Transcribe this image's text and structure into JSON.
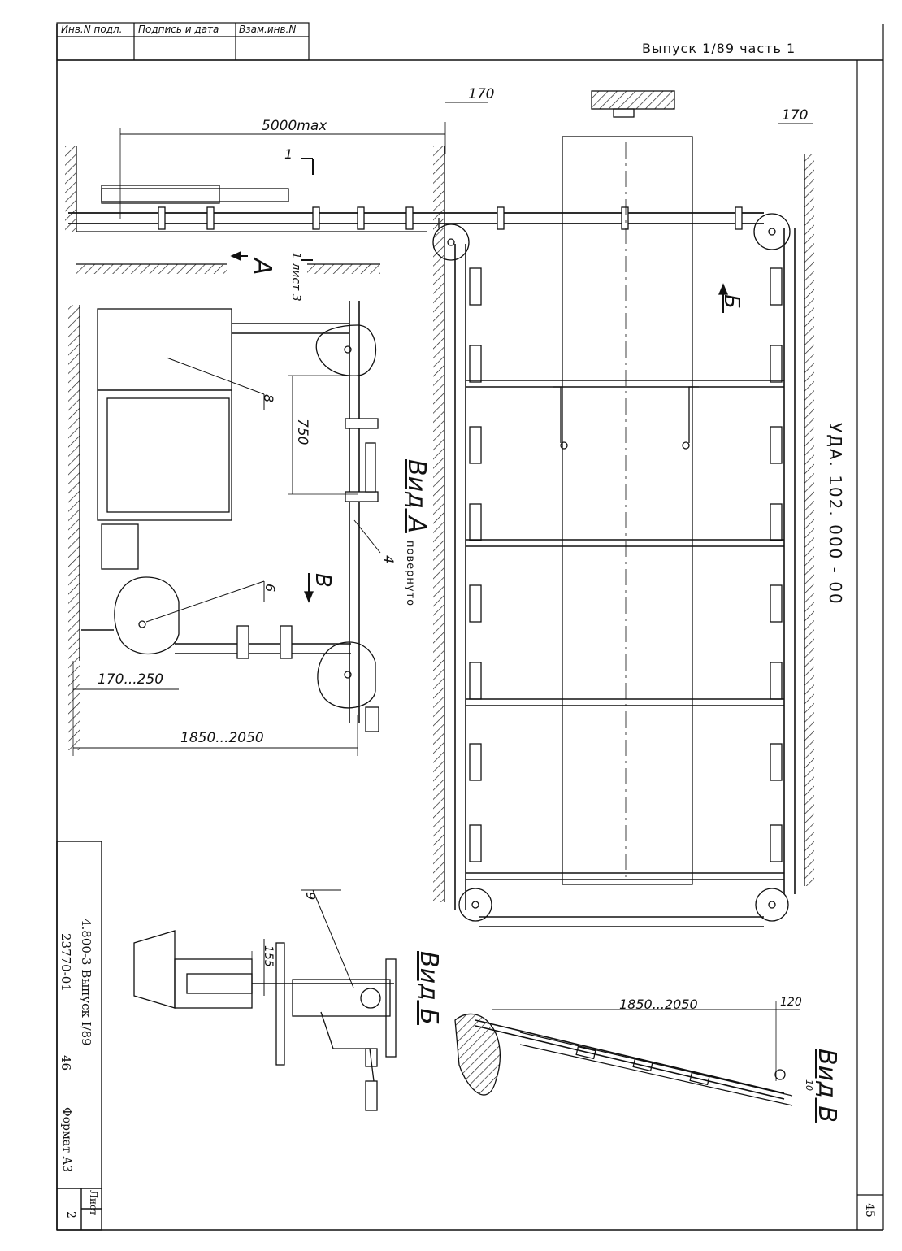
{
  "stamp": {
    "col1": "Инв.N подл.",
    "col2": "Подпись и дата",
    "col3": "Взам.инв.N"
  },
  "issue_header": "Выпуск 1/89 часть 1",
  "dimensions": {
    "d170_top": "170",
    "d170_right": "170",
    "d5000": "5000max",
    "d750": "750",
    "d170_250": "170...250",
    "d1850_2050": "1850...2050",
    "d1850_2050_b": "1850...2050",
    "d120": "120",
    "d155": "155",
    "d10": "10"
  },
  "callouts": {
    "c8": "8",
    "c6": "6",
    "c4": "4",
    "c9": "9"
  },
  "views": {
    "view_a": "Вид А",
    "view_a_note": "повернуто",
    "view_b": "Вид Б",
    "view_v": "Вид В",
    "arrow_a": "А",
    "arrow_b": "Б",
    "arrow_v": "В",
    "section_1": "1",
    "section_1_sheet": "1 лист 3"
  },
  "drawing_code": "УДА. 102. 000 - 00",
  "title_block": {
    "doc": "4.800-3  Выпуск I/89",
    "number": "23770-01",
    "page_no": "46",
    "format": "Формат А3",
    "sheet_label": "Лист",
    "sheet_no": "2"
  },
  "page_number": "45"
}
